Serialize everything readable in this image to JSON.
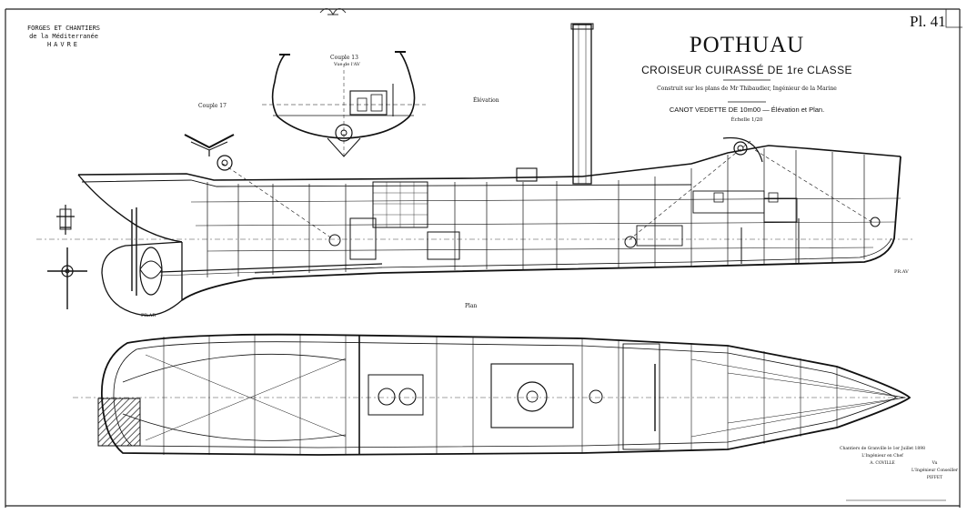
{
  "sheet": {
    "plate_number": "Pl. 41",
    "maker": {
      "line1": "FORGES ET CHANTIERS",
      "line2": "de la Méditerranée",
      "line3": "HAVRE"
    },
    "ship_name": "POTHUAU",
    "ship_class": "CROISEUR CUIRASSÉ DE 1re CLASSE",
    "credit": "Construit sur les plans de Mr Thibaudier, Ingénieur de la Marine",
    "boat_title": "CANOT VEDETTE DE 10m00 — Élévation et Plan.",
    "scale": "Échelle 1/20"
  },
  "labels": {
    "couple_13": "Couple 13",
    "couple_13_sub": "Vue de l'AV",
    "couple_17": "Couple 17",
    "elevation": "Élévation",
    "plan": "Plan",
    "pr_ar": "PR.AR",
    "pr_av": "PR.AV"
  },
  "signature": {
    "line1": "Chantiers de Granville le 1er Juillet 1898",
    "line2": "L'Ingénieur en Chef",
    "line3": "A. COVILLE"
  },
  "approval": {
    "line1": "Vu",
    "line2": "L'Ingénieur Conseiller",
    "line3": "PIFFET"
  }
}
